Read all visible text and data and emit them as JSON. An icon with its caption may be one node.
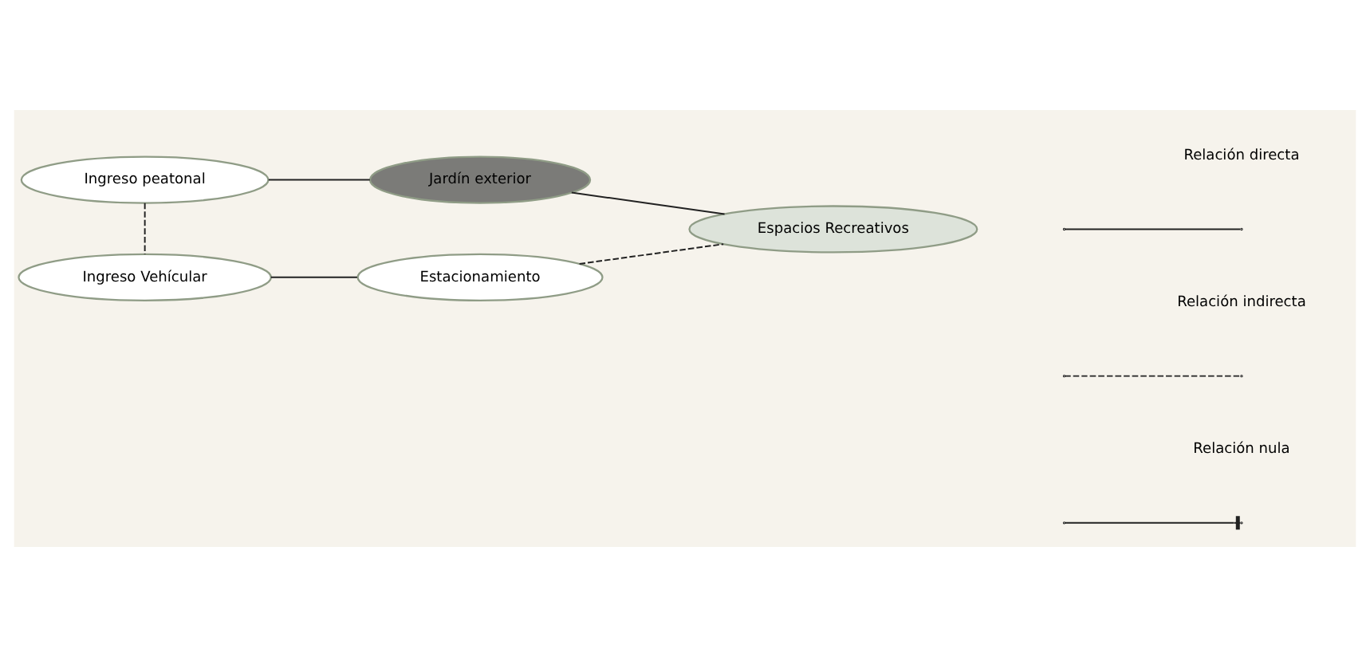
{
  "diagram": {
    "nodes": [
      {
        "text": [
          "Ingreso peatonal"
        ]
      },
      {
        "text": [
          "Jardín exterior"
        ]
      },
      {
        "text": [
          "Espacios Recreativos"
        ]
      },
      {
        "text": [
          "Ingreso Vehícular"
        ]
      },
      {
        "text": [
          "Estacionamiento"
        ]
      }
    ],
    "edges": [
      {
        "from": 0,
        "to": 1,
        "arrow": "none"
      },
      {
        "from": 1,
        "to": 2,
        "arrow": "none"
      },
      {
        "from": 0,
        "to": 3,
        "arrow": "none",
        "style": "dashed"
      },
      {
        "from": 3,
        "to": 4,
        "arrow": "none"
      },
      {
        "from": 4,
        "to": 2,
        "arrow": "none",
        "style": "dashed"
      }
    ],
    "legend": [
      {
        "text": "Relación directa"
      },
      {
        "text": "Relación indirecta"
      },
      {
        "text": "Relación nula"
      }
    ]
  }
}
